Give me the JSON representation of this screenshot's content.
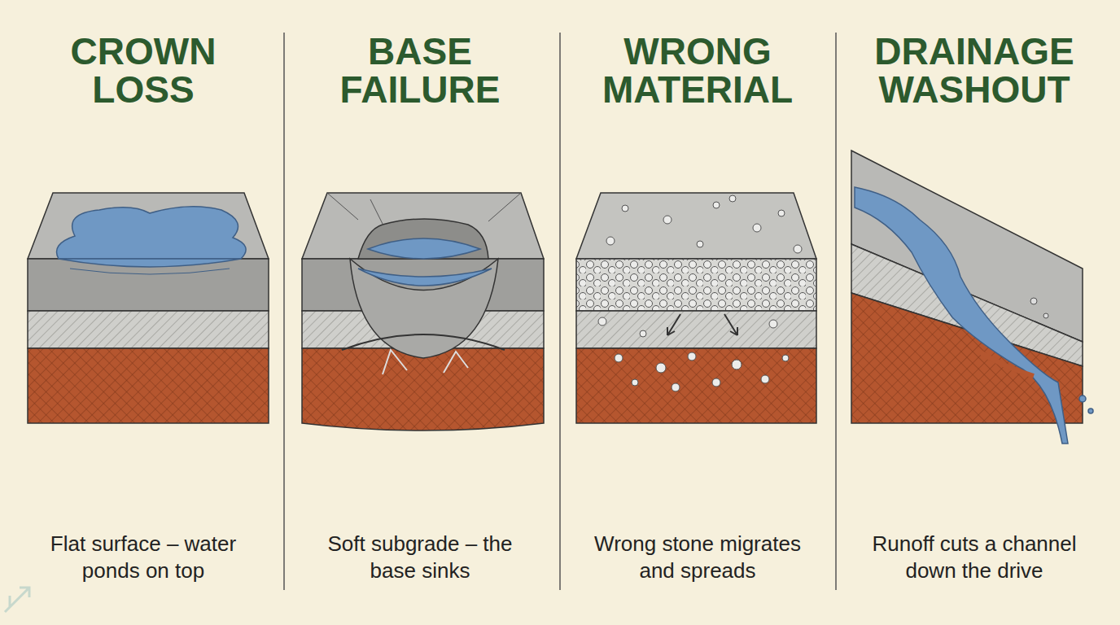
{
  "diagram": {
    "labels": [
      "CROWN LOSS",
      "BASE FAILURE",
      "WRONG MATERIAL",
      "DRAINAGE WASHOUT",
      "Flat surface – water ponds on top",
      "Soft subgrade – the base sinks",
      "Wrong stone migrates and spreads",
      "Runoff cuts a channel down the drive"
    ]
  }
}
